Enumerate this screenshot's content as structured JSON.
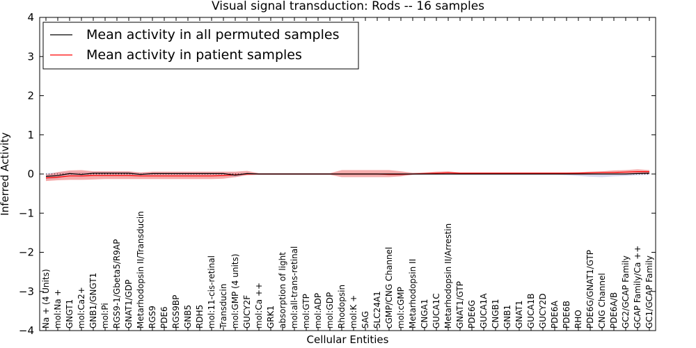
{
  "chart_data": {
    "type": "line",
    "title": "Visual signal transduction: Rods -- 16 samples",
    "xlabel": "Cellular Entities",
    "ylabel": "Inferred Activity",
    "ylim": [
      -4,
      4
    ],
    "yticks": [
      4,
      3,
      2,
      1,
      0,
      -1,
      -2,
      -3,
      -4
    ],
    "ytick_labels": [
      "4",
      "3",
      "2",
      "1",
      "0",
      "−1",
      "−2",
      "−3",
      "−4"
    ],
    "grid": false,
    "legend_position": "top-left",
    "categories": [
      "Na + (4 Units)",
      "mol:Na +",
      "GNGT1",
      "mol:Ca2+",
      "GNB1/GNGT1",
      "mol:Pi",
      "RGS9-1/Gbeta5/R9AP",
      "GNAT1/GDP",
      "Metarhodopsin II/Transducin",
      "RGS9",
      "PDE6",
      "RGS9BP",
      "GNB5",
      "RDH5",
      "mol:11-cis-retinal",
      "Transducin",
      "mol:GMP (4 units)",
      "GUCY2F",
      "mol:Ca ++",
      "GRK1",
      "absorption of light",
      "mol:all-trans-retinal",
      "mol:GTP",
      "mol:ADP",
      "mol:GDP",
      "Rhodopsin",
      "mol:K +",
      "SAG",
      "SLC24A1",
      "cGMP/CNG Channel",
      "mol:cGMP",
      "Metarhodopsin II",
      "CNGA1",
      "GUCA1C",
      "Metarhodopsin II/Arrestin",
      "GNAT1/GTP",
      "PDE6G",
      "GUCA1A",
      "CNGB1",
      "GNB1",
      "GNAT1",
      "GUCA1B",
      "GUCY2D",
      "PDE6A",
      "PDE6B",
      "RHO",
      "PDE6G/GNAT1/GTP",
      "CNG Channel",
      "PDE6A/B",
      "GC2/GCAP Family",
      "GCAP Family/Ca ++",
      "GC1/GCAP Family"
    ],
    "series": [
      {
        "name": "Mean activity in all permuted samples",
        "color": "#000000",
        "values": [
          -0.06,
          -0.04,
          0.01,
          -0.01,
          0.02,
          0.02,
          0.02,
          0.02,
          -0.01,
          0.01,
          0.01,
          0.01,
          0.01,
          0.01,
          0.01,
          0.01,
          -0.03,
          0.01,
          0,
          0,
          0,
          0,
          0,
          0,
          0,
          0,
          0,
          0,
          0,
          0,
          0,
          0,
          0,
          0,
          0,
          0,
          0,
          0,
          0,
          0,
          0,
          0,
          0,
          0,
          0,
          0,
          0,
          0,
          0,
          0,
          0.01,
          0.02
        ],
        "band_upper": [
          0.02,
          0.04,
          0.06,
          0.05,
          0.06,
          0.06,
          0.06,
          0.06,
          0.03,
          0.04,
          0.04,
          0.04,
          0.04,
          0.04,
          0.04,
          0.04,
          0.03,
          0.03,
          0.02,
          0.02,
          0.02,
          0.02,
          0.02,
          0.02,
          0.02,
          0.02,
          0.02,
          0.02,
          0.02,
          0.02,
          0.02,
          0.02,
          0.02,
          0.02,
          0.02,
          0.02,
          0.02,
          0.02,
          0.02,
          0.02,
          0.02,
          0.02,
          0.02,
          0.02,
          0.02,
          0.02,
          0.02,
          0.02,
          0.02,
          0.03,
          0.05,
          0.06
        ],
        "band_lower": [
          -0.14,
          -0.12,
          -0.05,
          -0.08,
          -0.03,
          -0.03,
          -0.03,
          -0.03,
          -0.05,
          -0.03,
          -0.03,
          -0.03,
          -0.03,
          -0.03,
          -0.03,
          -0.03,
          -0.08,
          -0.02,
          -0.02,
          -0.02,
          -0.02,
          -0.02,
          -0.02,
          -0.02,
          -0.02,
          -0.02,
          -0.02,
          -0.02,
          -0.02,
          -0.03,
          -0.04,
          -0.02,
          -0.02,
          -0.02,
          -0.02,
          -0.02,
          -0.02,
          -0.02,
          -0.02,
          -0.02,
          -0.02,
          -0.02,
          -0.02,
          -0.02,
          -0.03,
          -0.05,
          -0.07,
          -0.08,
          -0.06,
          -0.05,
          -0.03,
          -0.02
        ]
      },
      {
        "name": "Mean activity in patient samples",
        "color": "#ff0000",
        "band_color": "#f08080",
        "values": [
          -0.1,
          -0.08,
          -0.05,
          -0.05,
          -0.04,
          -0.04,
          -0.04,
          -0.04,
          -0.05,
          -0.05,
          -0.05,
          -0.05,
          -0.05,
          -0.05,
          -0.05,
          -0.04,
          -0.02,
          0,
          0,
          0,
          0,
          0,
          0,
          0,
          0,
          0,
          0,
          0,
          0,
          -0.01,
          -0.01,
          0,
          0.01,
          0.02,
          0.03,
          0.02,
          0.02,
          0.02,
          0.02,
          0.02,
          0.02,
          0.02,
          0.02,
          0.02,
          0.02,
          0.02,
          0.03,
          0.04,
          0.04,
          0.05,
          0.06,
          0.06
        ],
        "band_upper": [
          -0.02,
          0.05,
          0.09,
          0.1,
          0.07,
          0.07,
          0.07,
          0.07,
          0.04,
          0.06,
          0.06,
          0.06,
          0.06,
          0.06,
          0.06,
          0.06,
          0.06,
          0.08,
          0.02,
          0.02,
          0.02,
          0.02,
          0.02,
          0.02,
          0.02,
          0.1,
          0.1,
          0.1,
          0.1,
          0.1,
          0.07,
          0.03,
          0.04,
          0.06,
          0.07,
          0.04,
          0.04,
          0.04,
          0.04,
          0.04,
          0.04,
          0.04,
          0.04,
          0.04,
          0.04,
          0.05,
          0.06,
          0.07,
          0.09,
          0.1,
          0.12,
          0.1
        ],
        "band_lower": [
          -0.18,
          -0.16,
          -0.15,
          -0.15,
          -0.14,
          -0.13,
          -0.13,
          -0.13,
          -0.13,
          -0.13,
          -0.13,
          -0.13,
          -0.13,
          -0.13,
          -0.13,
          -0.12,
          -0.08,
          -0.03,
          -0.02,
          -0.02,
          -0.02,
          -0.02,
          -0.02,
          -0.02,
          -0.02,
          -0.08,
          -0.08,
          -0.08,
          -0.08,
          -0.08,
          -0.06,
          -0.02,
          -0.01,
          -0.01,
          -0.01,
          -0.01,
          -0.01,
          -0.01,
          -0.01,
          -0.01,
          -0.01,
          -0.01,
          -0.01,
          -0.01,
          -0.01,
          -0.01,
          -0.01,
          0,
          0,
          0,
          0,
          0
        ]
      }
    ],
    "reference_line": {
      "y": 0,
      "style": "dotted"
    }
  }
}
